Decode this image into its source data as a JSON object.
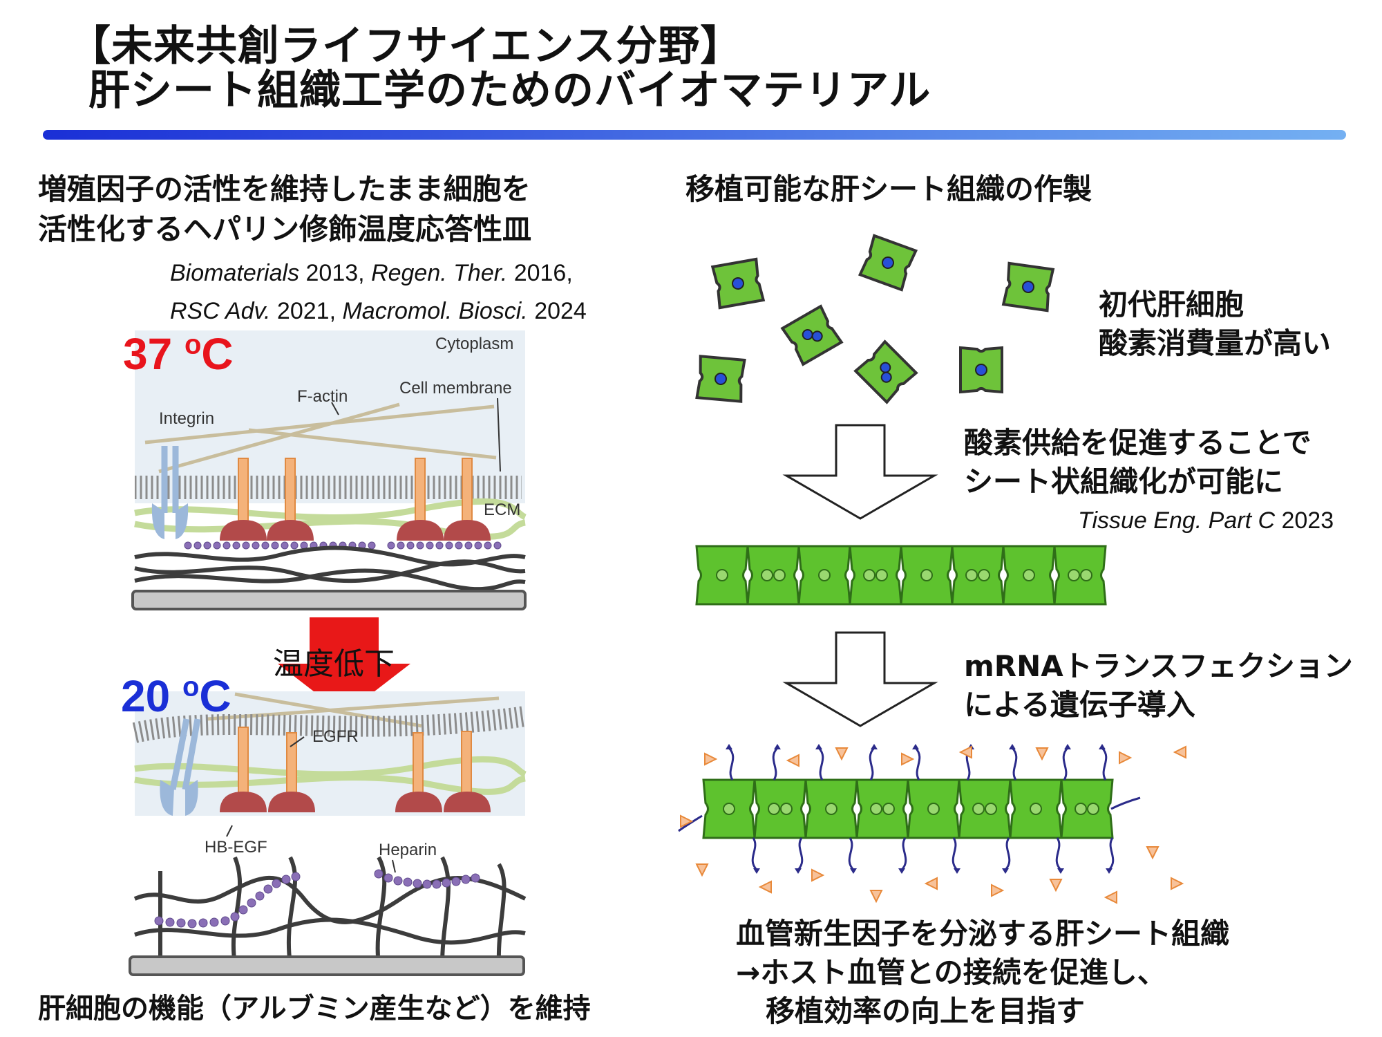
{
  "title": {
    "line1": "【未来共創ライフサイエンス分野】",
    "line2": "肝シート組織工学のためのバイオマテリアル"
  },
  "left": {
    "heading_line1": "増殖因子の活性を維持したまま細胞を",
    "heading_line2": "活性化するヘパリン修飾温度応答性皿",
    "citations": [
      {
        "journal": "Biomaterials",
        "year": " 2013, "
      },
      {
        "journal": "Regen. Ther.",
        "year": " 2016,"
      },
      {
        "journal": "RSC Adv.",
        "year": " 2021, "
      },
      {
        "journal": "Macromol. Biosci.",
        "year": " 2024"
      }
    ],
    "temp_high": "37 ",
    "temp_high_deg": "o",
    "temp_high_unit": "C",
    "temp_low": "20 ",
    "temp_low_deg": "o",
    "temp_low_unit": "C",
    "temp_down": "温度低下",
    "labels": {
      "cytoplasm": "Cytoplasm",
      "f_actin": "F-actin",
      "cell_membrane": "Cell membrane",
      "integrin": "Integrin",
      "ecm": "ECM",
      "egfr": "EGFR",
      "hb_egf": "HB-EGF",
      "heparin": "Heparin"
    },
    "footer": "肝細胞の機能（アルブミン産生など）を維持"
  },
  "right": {
    "heading": "移植可能な肝シート組織の作製",
    "cells_note_line1": "初代肝細胞",
    "cells_note_line2": "酸素消費量が高い",
    "step1_line1": "酸素供給を促進することで",
    "step1_line2": "シート状組織化が可能に",
    "step1_cite_journal": "Tissue Eng. Part C",
    "step1_cite_year": " 2023",
    "step2_line1": "mRNAトランスフェクション",
    "step2_line2": "による遺伝子導入",
    "footer_line1": "血管新生因子を分泌する肝シート組織",
    "footer_line2": "→ホスト血管との接続を促進し、",
    "footer_line3": "移植効率の向上を目指す"
  },
  "colors": {
    "title_bar_start": "#1a2fd6",
    "title_bar_end": "#74b0f2",
    "temp_high": "#e8141c",
    "temp_low": "#1a2fd6",
    "cell_green": "#5ec22e",
    "down_arrow": "#e81818"
  }
}
